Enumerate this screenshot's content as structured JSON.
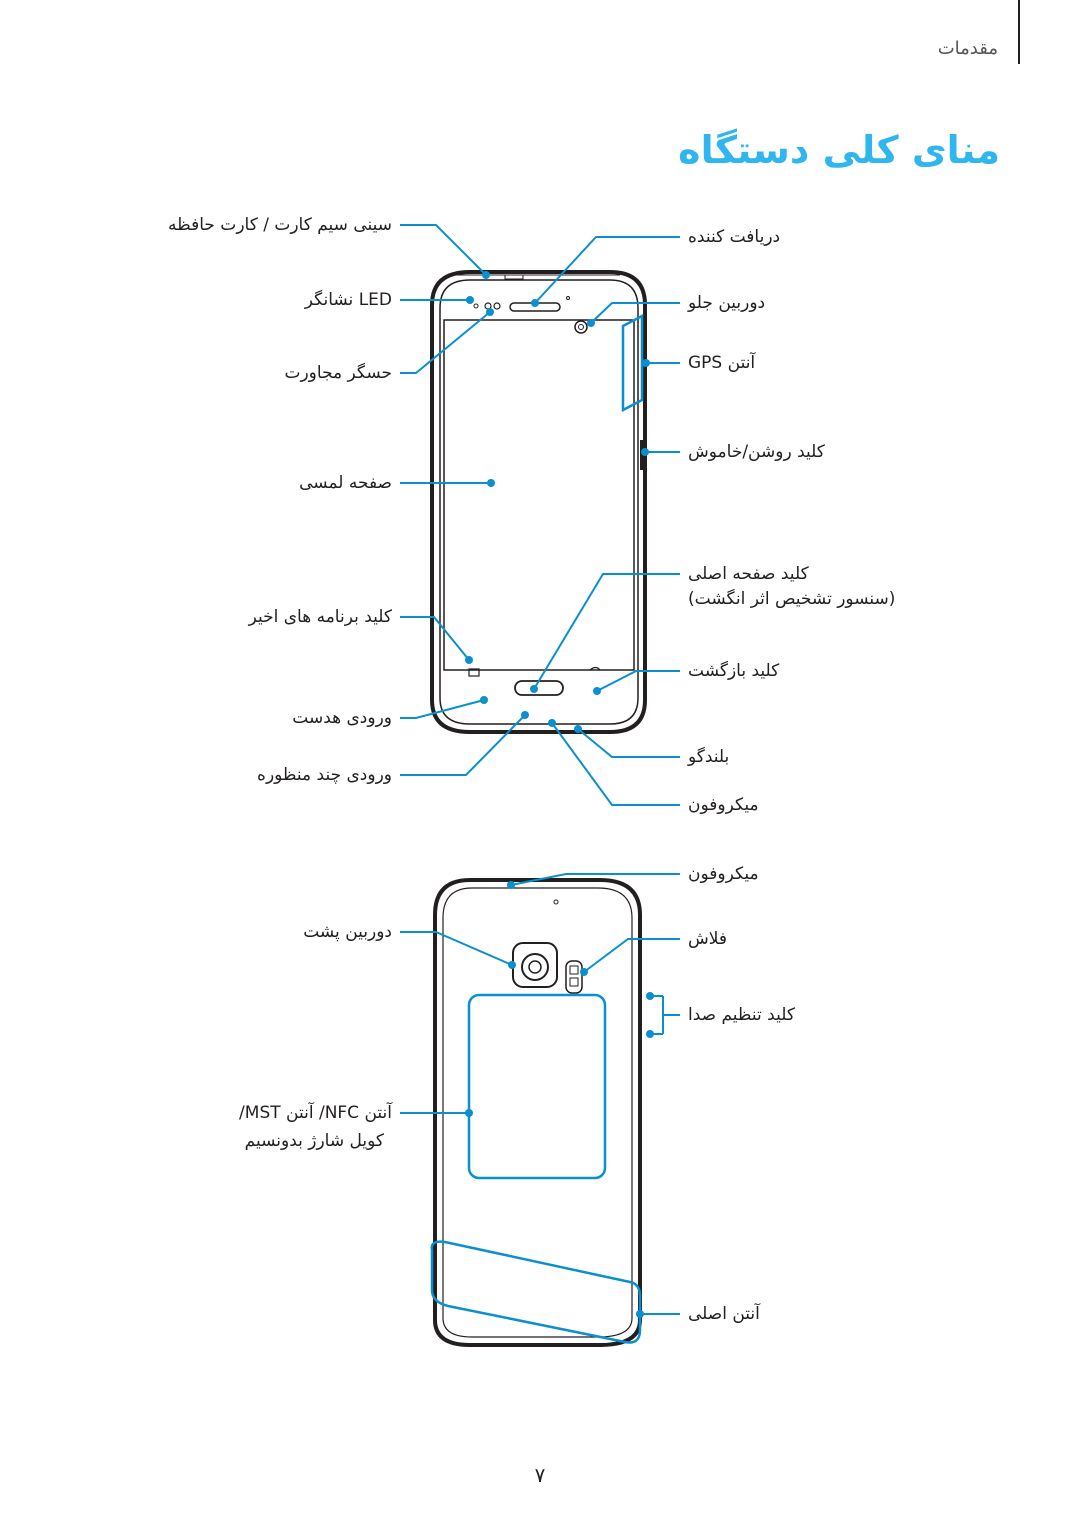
{
  "header": {
    "section": "مقدمات",
    "title": "منای کلی دستگاه"
  },
  "front_labels_left": {
    "sim_tray": "سینی سیم کارت / کارت حافظه",
    "led": "LED نشانگر",
    "sensor": "حسگر مجاورت",
    "touch": "صفحه لمسی",
    "recent": "کلید برنامه های اخیر",
    "earphone": "ورودی هدست",
    "multi": "ورودی چند منظوره"
  },
  "front_labels_right": {
    "receiver": "دریافت کننده",
    "front_camera": "دوربین جلو",
    "gps": "آنتن GPS",
    "power": "کلید روشن/خاموش",
    "home_line1": "کلید صفحه اصلی",
    "home_line2": "(سنسور تشخیص اثر انگشت)",
    "back": "کلید بازگشت",
    "speaker": "بلندگو",
    "mic": "میکروفون"
  },
  "back_labels_left": {
    "rear_camera": "دوربین پشت",
    "nfc_line1": "آنتن NFC/ آنتن MST/",
    "nfc_line2": "کویل شارژ بدونسیم"
  },
  "back_labels_right": {
    "mic": "میکروفون",
    "flash": "فلاش",
    "volume": "کلید تنظیم صدا",
    "main_antenna": "آنتن اصلی"
  },
  "page_number": "۷",
  "colors": {
    "accent": "#30b6ee",
    "callout": "#0a8fd0",
    "device": "#231f20"
  }
}
